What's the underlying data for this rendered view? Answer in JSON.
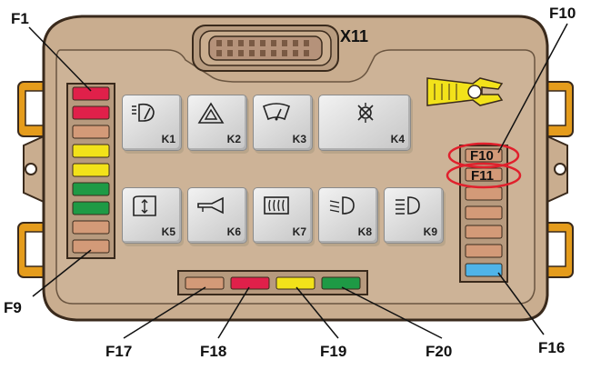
{
  "connector_label": "X11",
  "fuse_labels": {
    "f1": "F1",
    "f9": "F9",
    "f10_top": "F10",
    "f10_box": "F10",
    "f11_box": "F11",
    "f16": "F16",
    "f17": "F17",
    "f18": "F18",
    "f19": "F19",
    "f20": "F20"
  },
  "relays": [
    {
      "label": "K1",
      "icon": "rear-wiper-washer-icon"
    },
    {
      "label": "K2",
      "icon": "hazard-triangle-icon"
    },
    {
      "label": "K3",
      "icon": "windshield-wiper-icon"
    },
    {
      "label": "K4",
      "icon": "lamp-off-icon"
    },
    {
      "label": "K5",
      "icon": "window-lift-icon"
    },
    {
      "label": "K6",
      "icon": "horn-icon"
    },
    {
      "label": "K7",
      "icon": "rear-defrost-icon"
    },
    {
      "label": "K8",
      "icon": "low-beam-icon"
    },
    {
      "label": "K9",
      "icon": "high-beam-icon"
    }
  ],
  "colors": {
    "box_body": "#c9ad8f",
    "box_border": "#3a2a1c",
    "mount_tab": "#e59c1c",
    "fuse_red": "#e0204a",
    "fuse_tan": "#d39a78",
    "fuse_yellow": "#f2e21a",
    "fuse_green": "#1e9a45",
    "fuse_blue": "#4fb4e8",
    "highlight_ring": "#e0202c"
  }
}
